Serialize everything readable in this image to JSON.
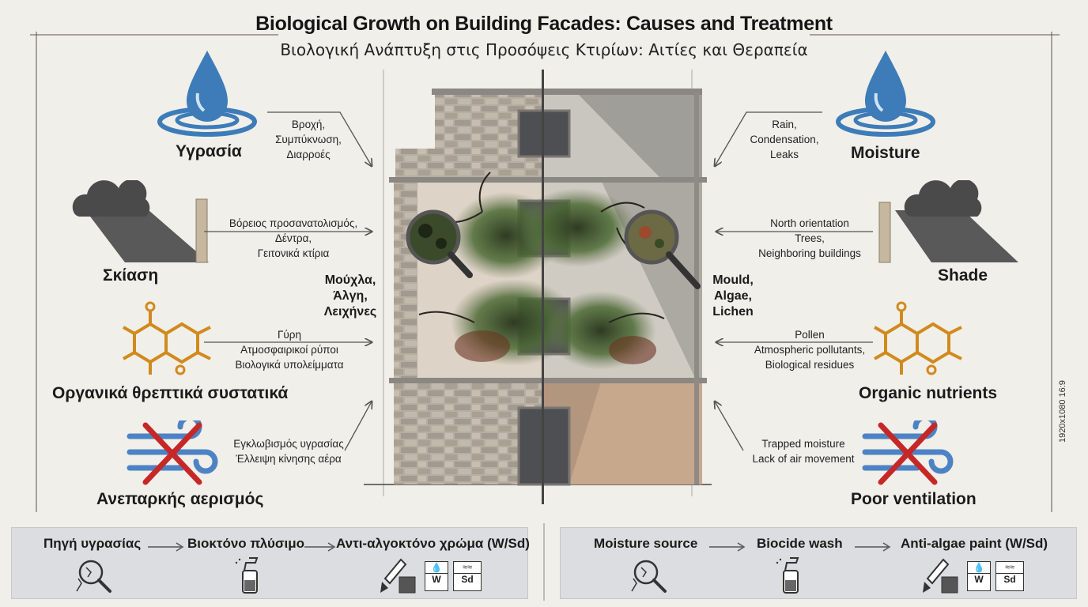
{
  "title_en": "Biological Growth on Building Facades: Causes and Treatment",
  "title_gr": "Βιολογική Ανάπτυξη στις Προσόψεις Κτιρίων: Αιτίες και Θεραπεία",
  "left_causes": [
    {
      "label": "Υγρασία",
      "details": [
        "Βροχή,",
        "Συμπύκνωση,",
        "Διαρροές"
      ],
      "icon": "water-drop-icon"
    },
    {
      "label": "Σκίαση",
      "details": [
        "Βόρειος προσανατολισμός,",
        "Δέντρα,",
        "Γειτονικά κτίρια"
      ],
      "icon": "cloud-shade-icon"
    },
    {
      "label": "Οργανικά θρεπτικά συστατικά",
      "details": [
        "Γύρη",
        "Ατμοσφαιρικοί ρύποι",
        "Βιολογικά υπολείμματα"
      ],
      "icon": "molecule-icon"
    },
    {
      "label": "Ανεπαρκής αερισμός",
      "details": [
        "Εγκλωβισμός υγρασίας",
        "Έλλειψη κίνησης αέρα"
      ],
      "icon": "no-wind-icon"
    }
  ],
  "right_causes": [
    {
      "label": "Moisture",
      "details": [
        "Rain,",
        "Condensation,",
        "Leaks"
      ],
      "icon": "water-drop-icon"
    },
    {
      "label": "Shade",
      "details": [
        "North orientation",
        "Trees,",
        "Neighboring buildings"
      ],
      "icon": "cloud-shade-icon"
    },
    {
      "label": "Organic nutrients",
      "details": [
        "Pollen",
        "Atmospheric pollutants,",
        "Biological residues"
      ],
      "icon": "molecule-icon"
    },
    {
      "label": "Poor ventilation",
      "details": [
        "Trapped moisture",
        "Lack of air movement"
      ],
      "icon": "no-wind-icon"
    }
  ],
  "center_left": [
    "Μούχλα,",
    "Άλγη,",
    "Λειχήνες"
  ],
  "center_right": [
    "Mould,",
    "Algae,",
    "Lichen"
  ],
  "steps_gr": [
    "Πηγή υγρασίας",
    "Βιοκτόνο πλύσιμο",
    "Αντι-αλγοκτόνο χρώμα (W/Sd)"
  ],
  "steps_en": [
    "Moisture source",
    "Biocide wash",
    "Anti-algae paint (W/Sd)"
  ],
  "paint_badges": [
    "W",
    "Sd"
  ],
  "side_note": "1920x1080  16:9",
  "colors": {
    "water": "#3d7cb8",
    "nutrient": "#d18a1e",
    "cross": "#c62828",
    "wind": "#4d83c4",
    "moss": "#4d6b35"
  }
}
